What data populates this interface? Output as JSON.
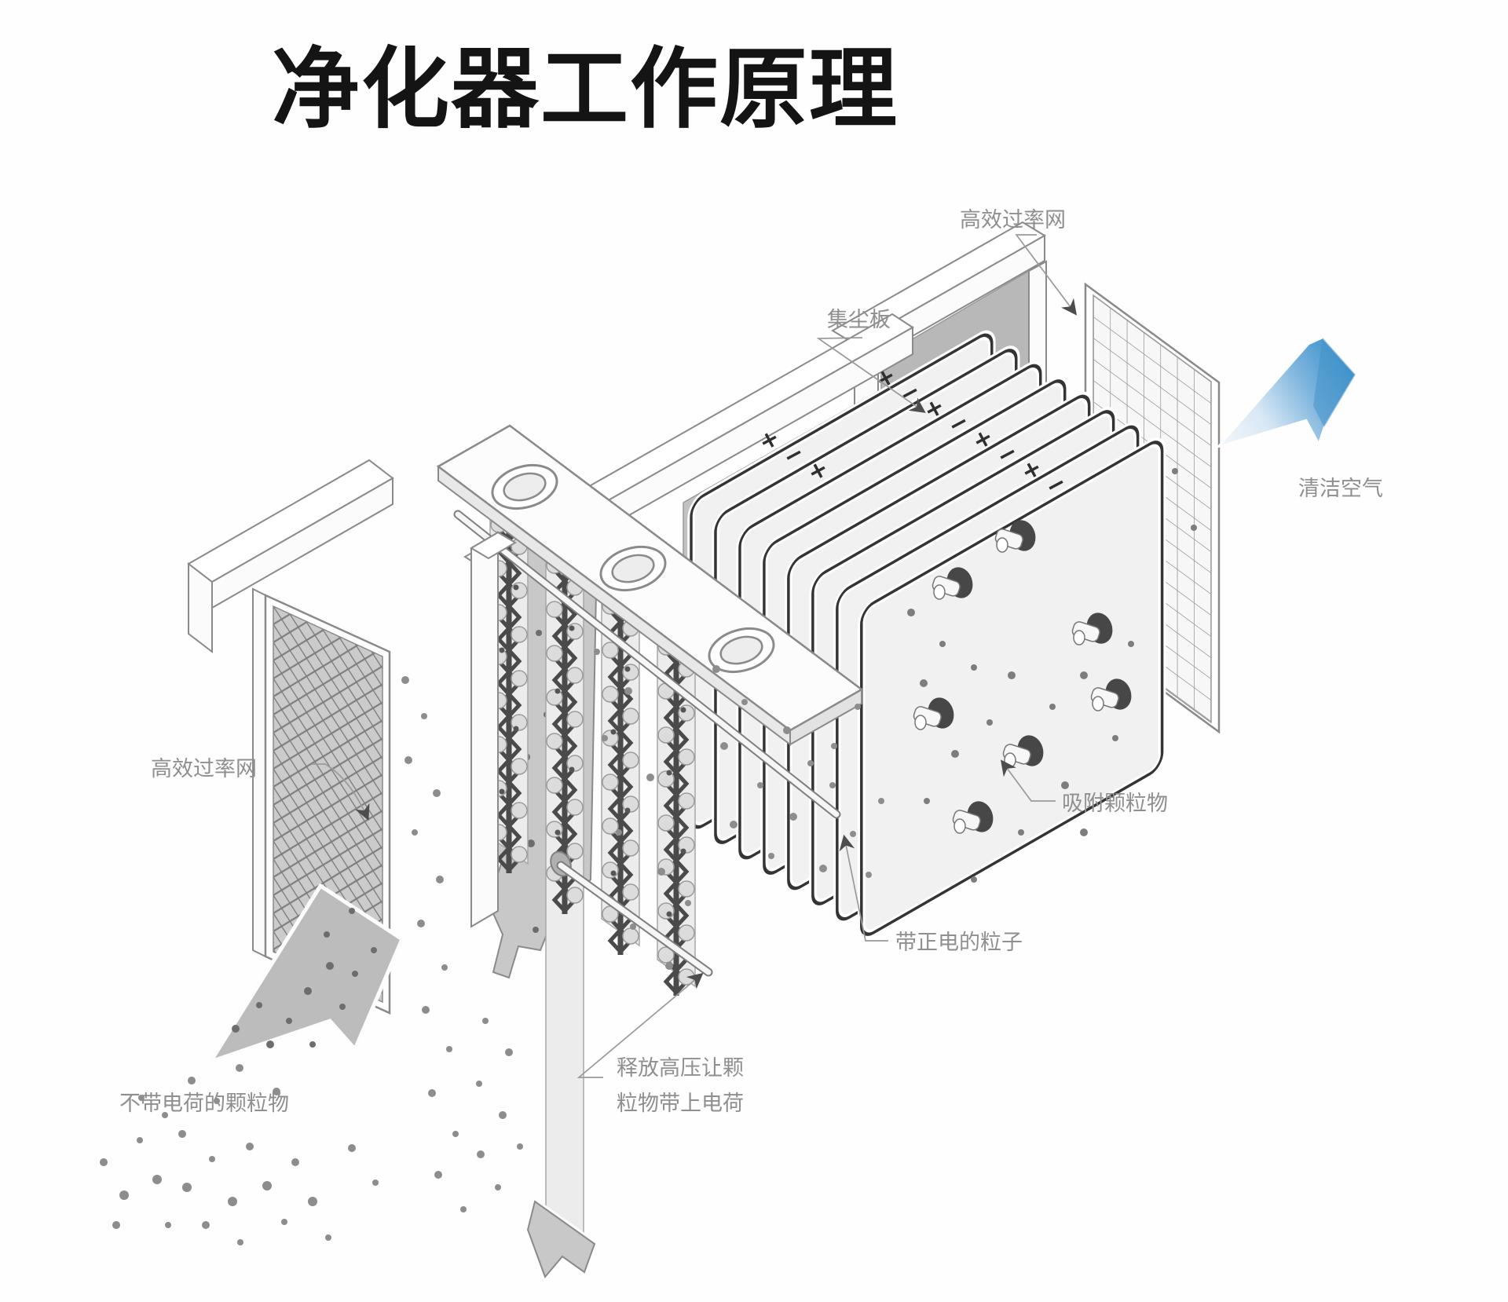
{
  "title": "净化器工作原理",
  "diagram": {
    "labels": {
      "hepa_top": "高效过率网",
      "collector": "集尘板",
      "clean_air": "清洁空气",
      "prefilter": "高效过率网",
      "uncharged": "不带电荷的颗粒物",
      "ionizer_line1": "释放高压让颗",
      "ionizer_line2": "粒物带上电荷",
      "charged": "带正电的粒子",
      "adsorb": "吸附颗粒物"
    },
    "plate_marks": [
      "+",
      "−",
      "+",
      "−",
      "+",
      "−",
      "+",
      "−"
    ],
    "colors": {
      "label": "#8f8f8f",
      "line_art": "#8a8a8a",
      "arrow_blue": "#3e93cd",
      "title": "#141414"
    }
  }
}
